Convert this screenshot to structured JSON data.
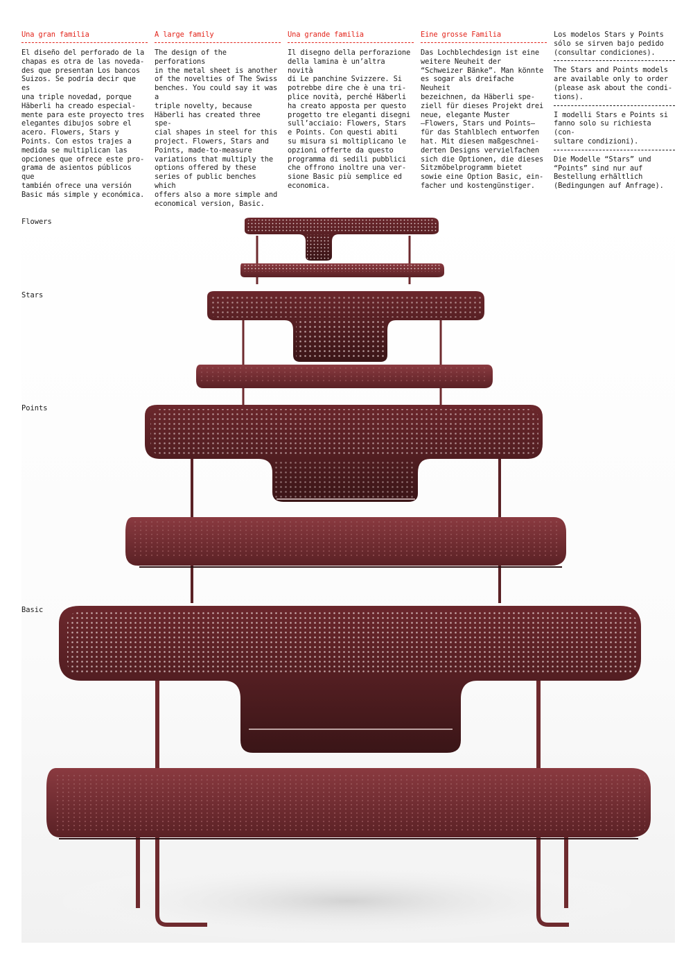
{
  "columns": [
    {
      "heading": "Una gran familia",
      "body": "El diseño del perforado de la\nchapas es otra de las noveda-\ndes que presentan Los bancos\nSuizos. Se podría decir que es\nuna triple novedad, porque\nHäberli ha creado especial-\nmente para este proyecto tres\nelegantes dibujos sobre el\nacero. Flowers, Stars y\nPoints. Con estos trajes a\nmedida se multiplican las\nopciones que ofrece este pro-\ngrama de asientos públicos que\ntambién ofrece una versión\nBasic más simple y económica."
    },
    {
      "heading": "A large family",
      "body": "The design of the perforations\nin the metal sheet is another\nof the novelties of The Swiss\nbenches. You could say it was a\ntriple novelty, because\nHäberli has created three spe-\ncial shapes in steel for this\nproject. Flowers, Stars and\nPoints, made-to-measure\nvariations that multiply the\noptions offered by these\nseries of public benches which\noffers also a more simple and\neconomical version, Basic."
    },
    {
      "heading": "Una grande familia",
      "body": "Il disegno della perforazione\ndella lamina è un’altra novità\ndi Le panchine Svizzere. Si\npotrebbe dire che è una tri-\nplice novità, perché Häberli\nha creato apposta per questo\nprogetto tre eleganti disegni\nsull’acciaio: Flowers, Stars\ne Points. Con questi abiti\nsu misura si moltiplicano le\nopzioni offerte da questo\nprogramma di sedili pubblici\nche offrono inoltre una ver-\nsione Basic più semplice ed\neconomica."
    },
    {
      "heading": "Eine grosse Familia",
      "body": "Das Lochblechdesign ist eine\nweitere Neuheit der\n“Schweizer Bänke”. Man könnte\nes sogar als dreifache Neuheit\nbezeichnen, da Häberli spe-\nziell für dieses Projekt drei\nneue, elegante Muster\n—Flowers, Stars und Points—\nfür das Stahlblech entworfen\nhat. Mit diesen maßgeschnei-\nderten Designs vervielfachen\nsich die Optionen, die dieses\nSitzmöbelprogramm bietet\nsowie eine Option Basic, ein-\nfacher und kostengünstiger."
    }
  ],
  "notes": [
    "Los modelos Stars y Points\nsólo se sirven bajo pedido\n(consultar condiciones).",
    "The Stars and Points models\nare available only to order\n(please ask about the condi-\ntions).",
    "I modelli Stars e Points si\nfanno solo su richiesta (con-\nsultare condizioni).",
    "Die Modelle “Stars” und\n“Points” sind nur auf\nBestellung erhältlich\n(Bedingungen auf Anfrage)."
  ],
  "labels": {
    "flowers": "Flowers",
    "stars": "Stars",
    "points": "Points",
    "basic": "Basic"
  },
  "colors": {
    "accent": "#e2231a",
    "bench": "#6e2a2e",
    "bench_dark": "#3a1517"
  }
}
